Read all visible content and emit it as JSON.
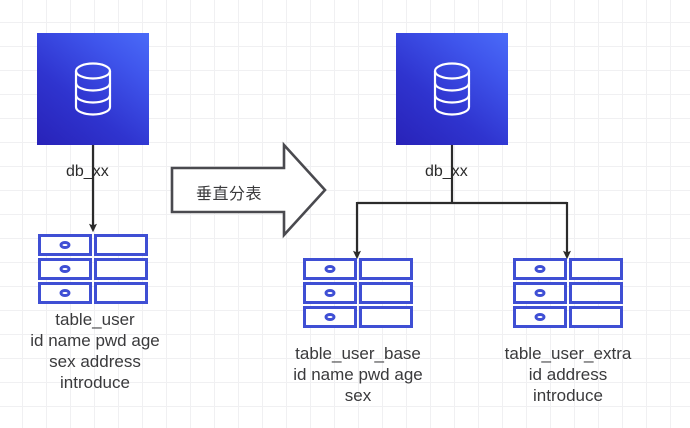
{
  "diagram": {
    "title": "垂直分表",
    "background": {
      "grid_minor_color": "#f0f0f2",
      "grid_major_color": "#e6e6ea",
      "canvas_color": "#ffffff"
    },
    "palette": {
      "db_gradient_start": "#2822b8",
      "db_gradient_end": "#4a6bf8",
      "table_outline": "#3f4fd4",
      "connector": "#2b2b2b",
      "text": "#3a3a3c"
    },
    "left": {
      "db_icon_name": "database-icon",
      "db_label": "db_xx",
      "table_icon_name": "table-icon",
      "table_caption": "table_user\nid name pwd age\nsex address\nintroduce",
      "columns": [
        "id",
        "name",
        "pwd",
        "age",
        "sex",
        "address",
        "introduce"
      ],
      "table_name": "table_user"
    },
    "transform": {
      "label": "垂直分表",
      "shape": "block-arrow-right"
    },
    "right": {
      "db_icon_name": "database-icon",
      "db_label": "db_xx",
      "tables": [
        {
          "icon_name": "table-icon",
          "caption": "table_user_base\nid name pwd age\nsex",
          "table_name": "table_user_base",
          "columns": [
            "id",
            "name",
            "pwd",
            "age",
            "sex"
          ]
        },
        {
          "icon_name": "table-icon",
          "caption": "table_user_extra\nid  address\nintroduce",
          "table_name": "table_user_extra",
          "columns": [
            "id",
            "address",
            "introduce"
          ]
        }
      ]
    }
  }
}
